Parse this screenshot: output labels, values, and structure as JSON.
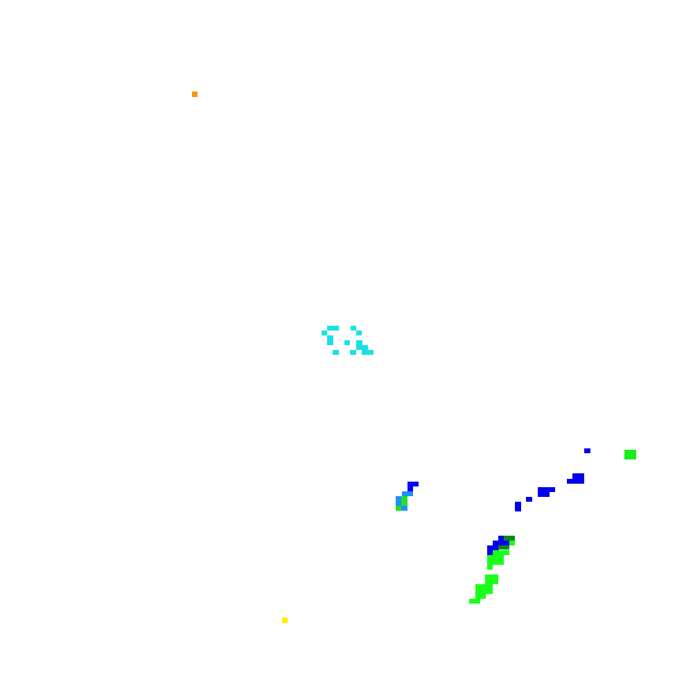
{
  "map": {
    "background": "#ffffff",
    "legend": [],
    "features": [
      {
        "id": "orange-speck",
        "color": "#f59a0c"
      },
      {
        "id": "cyan-cluster",
        "color": "#19e1e1"
      },
      {
        "id": "yellow-speck",
        "color": "#ffee00"
      },
      {
        "id": "blue-hook",
        "color": "#0000ff"
      },
      {
        "id": "sky-blue-fringe",
        "color": "#1e90ff"
      },
      {
        "id": "green-fringe",
        "color": "#21e121"
      },
      {
        "id": "blue-scatter",
        "color": "#0000ee"
      },
      {
        "id": "blue-cell-cluster",
        "color": "#0000ee"
      },
      {
        "id": "dark-green-core",
        "color": "#0a8a1e"
      },
      {
        "id": "green-streak",
        "color": "#19ff19"
      },
      {
        "id": "green-patch-right",
        "color": "#19ee19"
      }
    ]
  }
}
